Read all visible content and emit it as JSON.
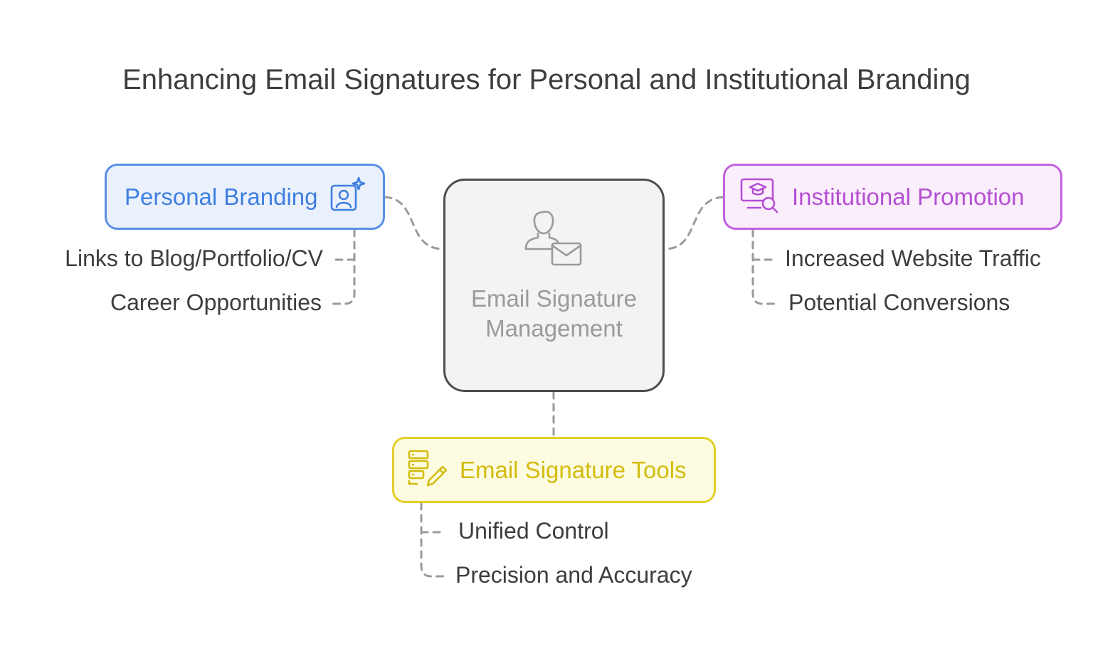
{
  "title": "Enhancing Email Signatures for Personal and Institutional Branding",
  "center": {
    "label": "Email Signature Management",
    "icon": "person-envelope-icon"
  },
  "branches": {
    "personal": {
      "label": "Personal Branding",
      "icon": "profile-sparkle-icon",
      "color": "#3f7fe0",
      "items": [
        "Links to Blog/Portfolio/CV",
        "Career Opportunities"
      ]
    },
    "institutional": {
      "label": "Institutional Promotion",
      "icon": "monitor-graduation-search-icon",
      "color": "#b44fd3",
      "items": [
        "Increased Website Traffic",
        "Potential Conversions"
      ]
    },
    "tools": {
      "label": "Email Signature Tools",
      "icon": "server-pencil-icon",
      "color": "#d3bc0e",
      "items": [
        "Unified Control",
        "Precision and Accuracy"
      ]
    }
  }
}
